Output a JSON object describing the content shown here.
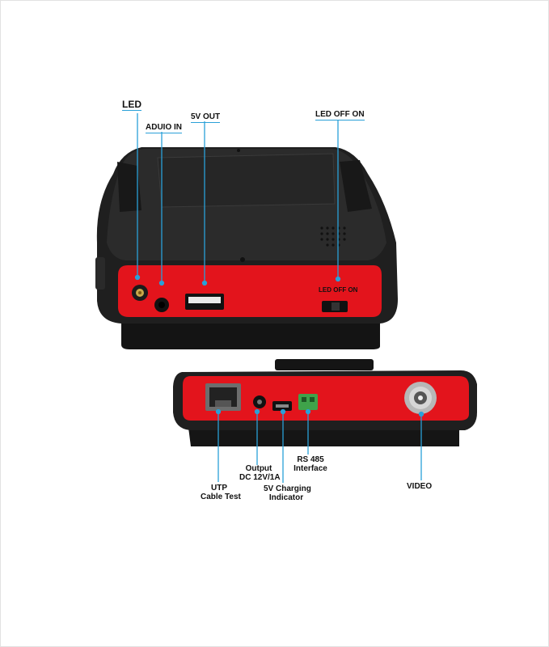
{
  "labels": {
    "led": "LED",
    "audio_in": "ADUIO IN",
    "out_5v": "5V OUT",
    "led_off_on": "LED OFF ON",
    "utp_line1": "UTP",
    "utp_line2": "Cable Test",
    "output_line1": "Output",
    "output_line2": "DC 12V/1A",
    "charging_line1": "5V Charging",
    "charging_line2": "Indicator",
    "rs485_line1": "RS 485",
    "rs485_line2": "Interface",
    "video": "VIDEO"
  },
  "device_print": {
    "switch_label": "LED OFF ON"
  },
  "colors": {
    "panel_red": "#e3141c",
    "body_black": "#1e1e1e",
    "callout_blue": "#2aa0d8",
    "connector_green": "#3fa34a"
  }
}
